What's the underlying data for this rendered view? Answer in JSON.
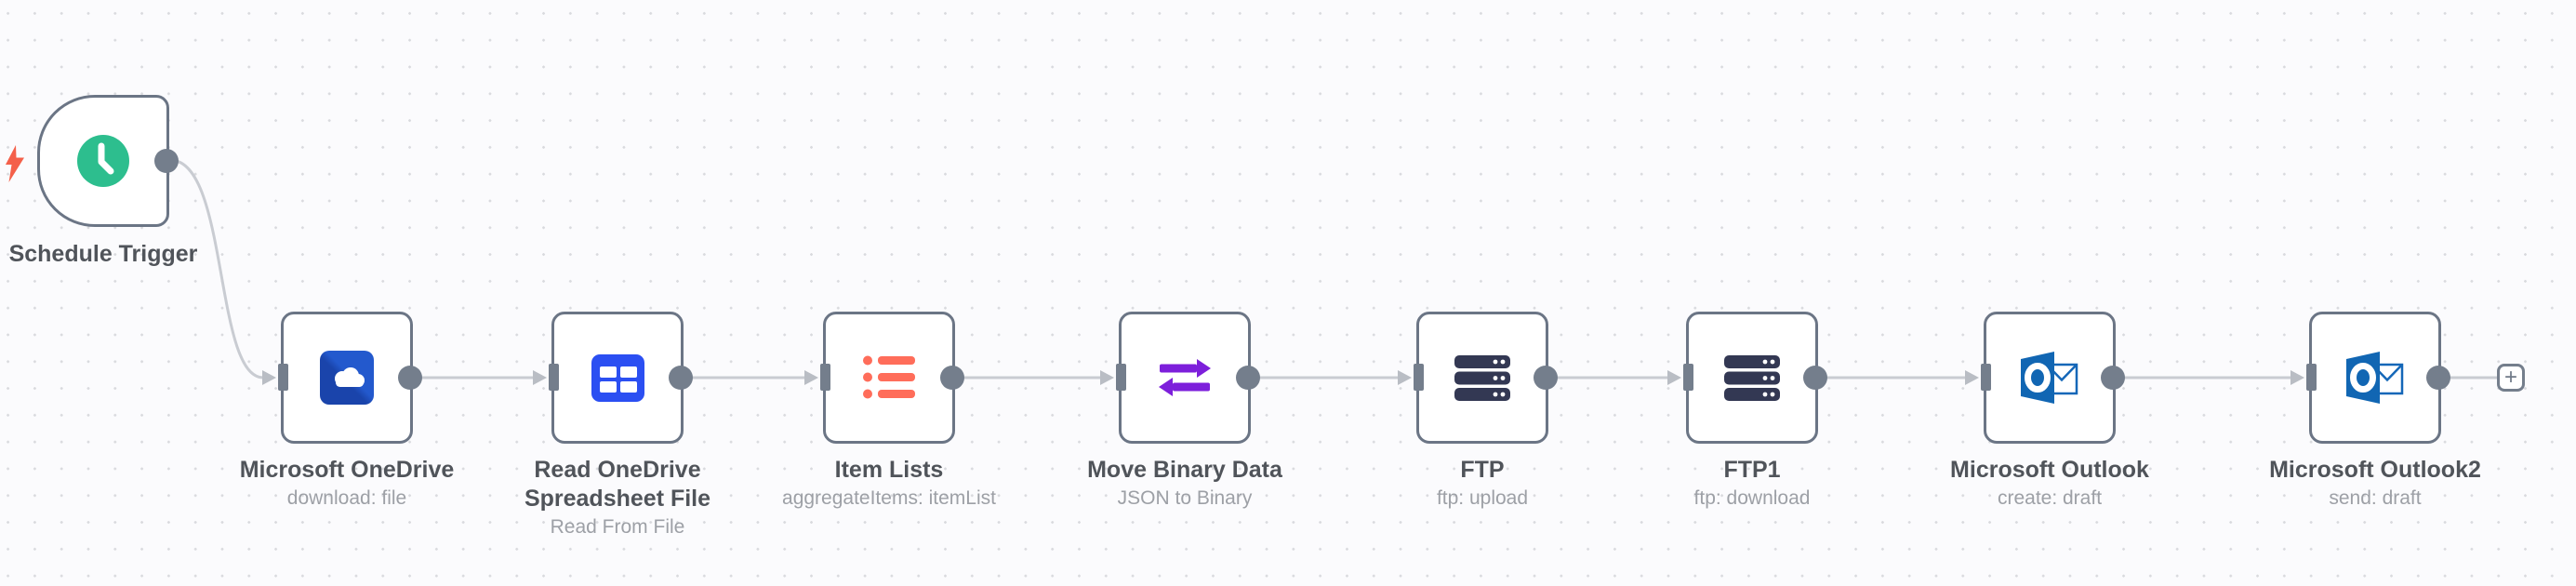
{
  "app": "workflow-editor-canvas",
  "canvas": {
    "background_color": "#fbfbfd",
    "grid_dot_color": "#d9dade",
    "connector_color": "#c9ccd2",
    "port_color": "#747e8c",
    "node_border_color": "#6b7585"
  },
  "workflow": {
    "trigger": {
      "title": "Schedule Trigger",
      "icon": "clock-icon",
      "icon_color": "#2dbe8e",
      "indicator_icon": "lightning-bolt-icon",
      "indicator_color": "#f4604a"
    },
    "nodes": [
      {
        "title": "Microsoft OneDrive",
        "subtitle": "download: file",
        "icon": "onedrive-cloud-icon",
        "icon_color": "#1d4fc0"
      },
      {
        "title": "Read OneDrive Spreadsheet File",
        "subtitle": "Read From File",
        "icon": "spreadsheet-table-icon",
        "icon_color": "#2b4ff2"
      },
      {
        "title": "Item Lists",
        "subtitle": "aggregateItems: itemList",
        "icon": "bullet-list-icon",
        "icon_color": "#ff6d5a"
      },
      {
        "title": "Move Binary Data",
        "subtitle": "JSON to Binary",
        "icon": "transfer-arrows-icon",
        "icon_color": "#7d1fdb"
      },
      {
        "title": "FTP",
        "subtitle": "ftp: upload",
        "icon": "server-stack-icon",
        "icon_color": "#333853"
      },
      {
        "title": "FTP1",
        "subtitle": "ftp: download",
        "icon": "server-stack-icon",
        "icon_color": "#333853"
      },
      {
        "title": "Microsoft Outlook",
        "subtitle": "create: draft",
        "icon": "outlook-icon",
        "icon_color": "#1166b3"
      },
      {
        "title": "Microsoft Outlook2",
        "subtitle": "send: draft",
        "icon": "outlook-icon",
        "icon_color": "#1166b3"
      }
    ],
    "add_node_button": {
      "label": "+"
    }
  }
}
